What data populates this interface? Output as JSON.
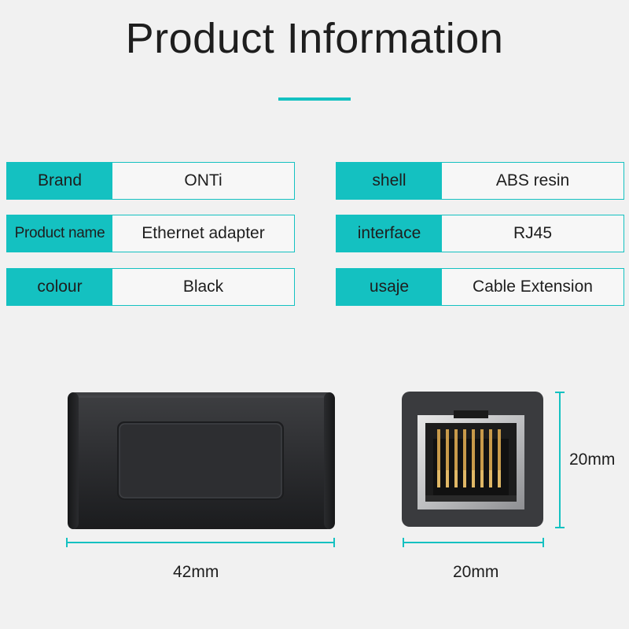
{
  "header": {
    "title": "Product Information"
  },
  "specs": {
    "left": [
      {
        "label": "Brand",
        "value": "ONTi"
      },
      {
        "label": "Product name",
        "value": "Ethernet adapter"
      },
      {
        "label": "colour",
        "value": "Black"
      }
    ],
    "right": [
      {
        "label": "shell",
        "value": "ABS resin"
      },
      {
        "label": "interface",
        "value": "RJ45"
      },
      {
        "label": "usaje",
        "value": "Cable Extension"
      }
    ]
  },
  "dimensions": {
    "front_width": "42mm",
    "port_width": "20mm",
    "port_height": "20mm"
  },
  "colors": {
    "accent": "#14c1c1",
    "background": "#f1f1f1",
    "text": "#1e1e1e"
  }
}
